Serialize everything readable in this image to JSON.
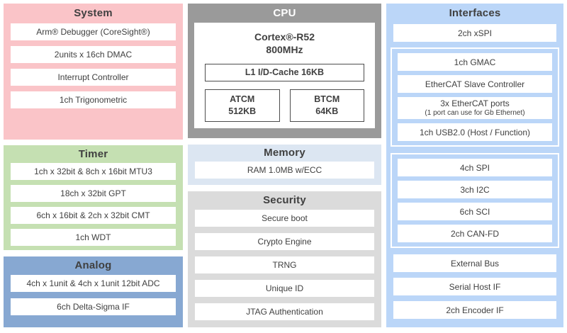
{
  "colors": {
    "system_bg": "#FAC4C8",
    "timer_bg": "#C5E0B2",
    "analog_bg": "#87A8D2",
    "cpu_bg": "#9A9A9A",
    "memory_bg": "#DCE6F2",
    "security_bg": "#DBDBDB",
    "interfaces_bg": "#BBD6F8",
    "item_bg": "#FFFFFF",
    "text": "#404040",
    "cpu_title_text": "#FFFFFF",
    "cpu_box_border": "#4D4D4D"
  },
  "system": {
    "title": "System",
    "items": [
      "Arm® Debugger (CoreSight®)",
      "2units x 16ch DMAC",
      "Interrupt Controller",
      "1ch Trigonometric"
    ]
  },
  "timer": {
    "title": "Timer",
    "items": [
      "1ch x 32bit & 8ch x 16bit MTU3",
      "18ch x 32bit GPT",
      "6ch x 16bit & 2ch x 32bit CMT",
      "1ch WDT"
    ]
  },
  "analog": {
    "title": "Analog",
    "items": [
      "4ch x 1unit & 4ch x 1unit 12bit ADC",
      "6ch Delta-Sigma IF"
    ]
  },
  "cpu": {
    "title": "CPU",
    "core_name": "Cortex®-R52",
    "core_freq": "800MHz",
    "cache": "L1 I/D-Cache 16KB",
    "tcm": [
      {
        "name": "ATCM",
        "size": "512KB"
      },
      {
        "name": "BTCM",
        "size": "64KB"
      }
    ]
  },
  "memory": {
    "title": "Memory",
    "items": [
      "RAM 1.0MB w/ECC"
    ]
  },
  "security": {
    "title": "Security",
    "items": [
      "Secure boot",
      "Crypto Engine",
      "TRNG",
      "Unique ID",
      "JTAG Authentication"
    ]
  },
  "interfaces": {
    "title": "Interfaces",
    "standalone_top": "2ch xSPI",
    "ethernet_group": [
      "1ch GMAC",
      "EtherCAT Slave Controller",
      "3x EtherCAT ports",
      "1ch USB2.0 (Host / Function)"
    ],
    "ethercat_ports_note": "(1 port can use for Gb Ethernet)",
    "comm_group": [
      "4ch SPI",
      "3ch I2C",
      "6ch SCI",
      "2ch CAN-FD"
    ],
    "bottom_items": [
      "External Bus",
      "Serial Host IF",
      "2ch Encoder IF"
    ]
  }
}
